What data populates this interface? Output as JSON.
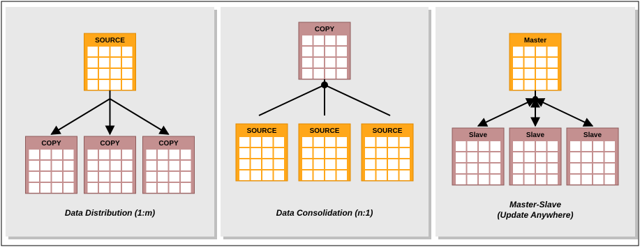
{
  "colors": {
    "source_fill": "#FFA71A",
    "source_stroke": "#E08A00",
    "copy_fill": "#C49090",
    "copy_stroke": "#8E5A5A",
    "panel_fill": "#E8E8E8",
    "panel_shadow": "#BFBFBF",
    "arrow": "#000000"
  },
  "panels": [
    {
      "caption_lines": [
        "Data Distribution (1:m)"
      ],
      "top_table": {
        "label": "SOURCE",
        "style": "source"
      },
      "bottom_tables": [
        {
          "label": "COPY",
          "style": "copy"
        },
        {
          "label": "COPY",
          "style": "copy"
        },
        {
          "label": "COPY",
          "style": "copy"
        }
      ],
      "connector": "distribution"
    },
    {
      "caption_lines": [
        "Data Consolidation (n:1)"
      ],
      "top_table": {
        "label": "COPY",
        "style": "copy"
      },
      "bottom_tables": [
        {
          "label": "SOURCE",
          "style": "source"
        },
        {
          "label": "SOURCE",
          "style": "source"
        },
        {
          "label": "SOURCE",
          "style": "source"
        }
      ],
      "connector": "consolidation"
    },
    {
      "caption_lines": [
        "Master-Slave",
        "(Update Anywhere)"
      ],
      "top_table": {
        "label": "Master",
        "style": "source"
      },
      "bottom_tables": [
        {
          "label": "Slave",
          "style": "copy"
        },
        {
          "label": "Slave",
          "style": "copy"
        },
        {
          "label": "Slave",
          "style": "copy"
        }
      ],
      "connector": "master-slave"
    }
  ]
}
